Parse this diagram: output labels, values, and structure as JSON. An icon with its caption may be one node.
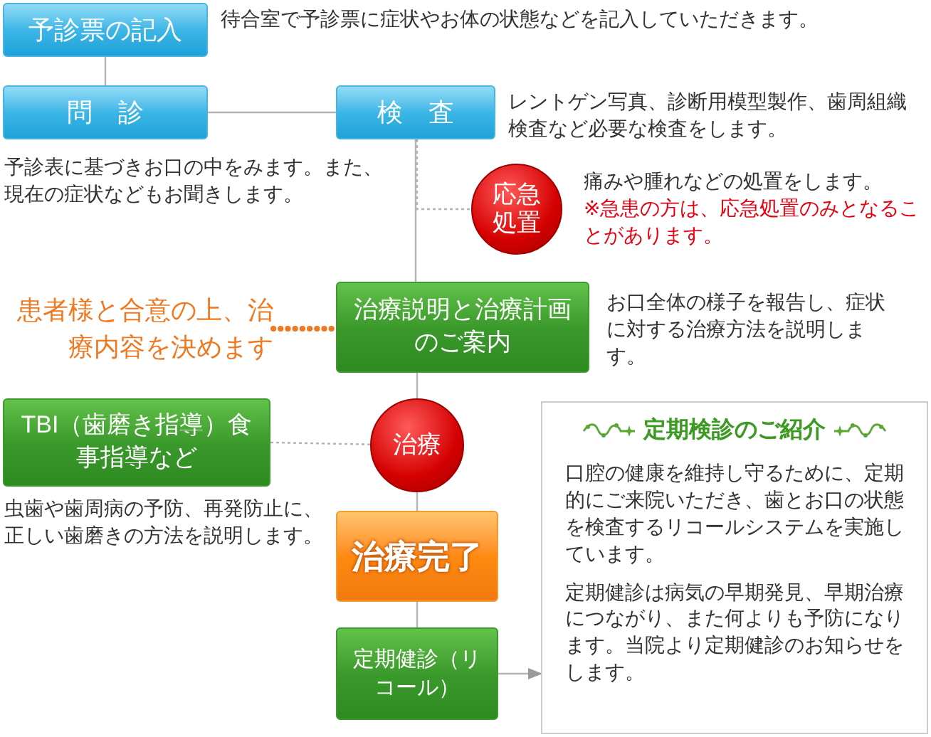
{
  "diagram": {
    "nodes": [
      {
        "text": [
          "予診票の記入"
        ],
        "beside": [
          "待合室で予診票に症状やお体の状態などを記入していただきます。"
        ]
      },
      {
        "text": [
          "問　診"
        ],
        "beside": [
          "予診表に基づきお口の中をみます。また、現在の症状などもお聞きします。"
        ]
      },
      {
        "text": [
          "検　査"
        ],
        "beside": [
          "レントゲン写真、診断用模型製作、歯周組織検査など必要な検査をします。"
        ]
      },
      {
        "text": [
          "応急処置"
        ],
        "beside": [
          "痛みや腫れなどの処置をします。",
          "※急患の方は、応急処置のみとなることがあります。"
        ]
      },
      {
        "text": [
          "治療説明と治療計画のご案内"
        ],
        "beside": [
          "お口全体の様子を報告し、症状に対する治療方法を説明します。"
        ]
      },
      {
        "text": [
          "患者様と合意の上、治療内容を決めます"
        ]
      },
      {
        "text": [
          "TBI（歯磨き指導）食事指導など"
        ],
        "beside": [
          "虫歯や歯周病の予防、再発防止に、正しい歯磨きの方法を説明します。"
        ]
      },
      {
        "text": [
          "治療"
        ]
      },
      {
        "text": [
          "治療完了"
        ]
      },
      {
        "text": [
          "定期健診（リコール）"
        ]
      },
      {
        "text": [
          "定期検診のご紹介",
          "口腔の健康を維持し守るために、定期的にご来院いただき、歯とお口の状態を検査するリコールシステムを実施しています。",
          "定期健診は病気の早期発見、早期治療につながり、また何よりも予防になります。当院より定期健診のお知らせをします。"
        ]
      }
    ],
    "edges": [
      {
        "from": 0,
        "to": 1,
        "arrow": "none"
      },
      {
        "from": 1,
        "to": 2,
        "arrow": "none"
      },
      {
        "from": 2,
        "to": 4,
        "arrow": "none"
      },
      {
        "from": 2,
        "to": 3,
        "arrow": "none",
        "style": "dashed"
      },
      {
        "from": 5,
        "to": 4,
        "arrow": "none",
        "style": "dashed",
        "color": "#f07820"
      },
      {
        "from": 4,
        "to": 7,
        "arrow": "none"
      },
      {
        "from": 6,
        "to": 7,
        "arrow": "none",
        "style": "dashed"
      },
      {
        "from": 7,
        "to": 8,
        "arrow": "none"
      },
      {
        "from": 8,
        "to": 9,
        "arrow": "none"
      },
      {
        "from": 9,
        "to": 10,
        "arrow": "to"
      }
    ]
  }
}
